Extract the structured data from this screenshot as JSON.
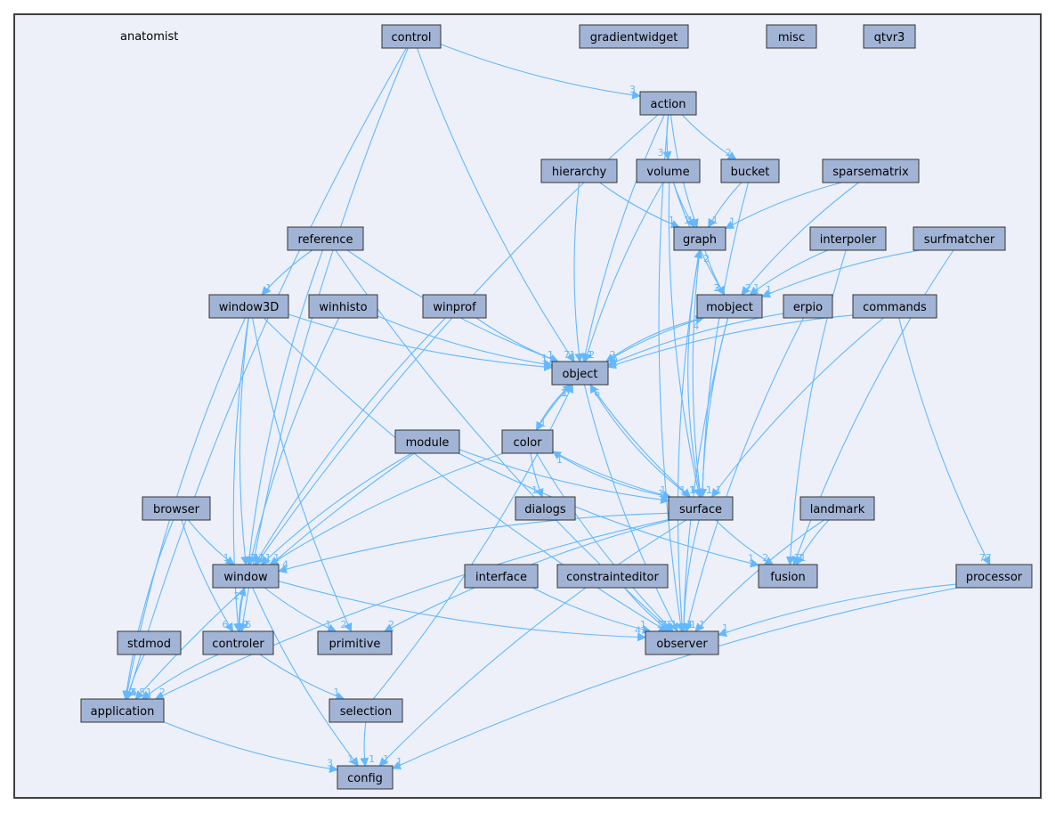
{
  "diagram": {
    "cluster_label": "anatomist",
    "colors": {
      "node_fill": "#a2b4d6",
      "edge": "#63b8ff",
      "cluster_fill": "#edf0f8",
      "cluster_border": "#404040"
    },
    "nodes": [
      {
        "id": "control",
        "label": "control"
      },
      {
        "id": "gradientwidget",
        "label": "gradientwidget"
      },
      {
        "id": "misc",
        "label": "misc"
      },
      {
        "id": "qtvr3",
        "label": "qtvr3"
      },
      {
        "id": "action",
        "label": "action"
      },
      {
        "id": "hierarchy",
        "label": "hierarchy"
      },
      {
        "id": "volume",
        "label": "volume"
      },
      {
        "id": "bucket",
        "label": "bucket"
      },
      {
        "id": "sparsematrix",
        "label": "sparsematrix"
      },
      {
        "id": "graph",
        "label": "graph"
      },
      {
        "id": "reference",
        "label": "reference"
      },
      {
        "id": "interpoler",
        "label": "interpoler"
      },
      {
        "id": "surfmatcher",
        "label": "surfmatcher"
      },
      {
        "id": "window3D",
        "label": "window3D"
      },
      {
        "id": "winhisto",
        "label": "winhisto"
      },
      {
        "id": "winprof",
        "label": "winprof"
      },
      {
        "id": "mobject",
        "label": "mobject"
      },
      {
        "id": "erpio",
        "label": "erpio"
      },
      {
        "id": "commands",
        "label": "commands"
      },
      {
        "id": "object",
        "label": "object"
      },
      {
        "id": "module",
        "label": "module"
      },
      {
        "id": "color",
        "label": "color"
      },
      {
        "id": "browser",
        "label": "browser"
      },
      {
        "id": "dialogs",
        "label": "dialogs"
      },
      {
        "id": "surface",
        "label": "surface"
      },
      {
        "id": "landmark",
        "label": "landmark"
      },
      {
        "id": "window",
        "label": "window"
      },
      {
        "id": "interface",
        "label": "interface"
      },
      {
        "id": "constrainteditor",
        "label": "constrainteditor"
      },
      {
        "id": "fusion",
        "label": "fusion"
      },
      {
        "id": "processor",
        "label": "processor"
      },
      {
        "id": "stdmod",
        "label": "stdmod"
      },
      {
        "id": "controler",
        "label": "controler"
      },
      {
        "id": "primitive",
        "label": "primitive"
      },
      {
        "id": "observer",
        "label": "observer"
      },
      {
        "id": "application",
        "label": "application"
      },
      {
        "id": "selection",
        "label": "selection"
      },
      {
        "id": "config",
        "label": "config"
      }
    ],
    "edges": [
      {
        "from": "control",
        "to": "action",
        "label": "3"
      },
      {
        "from": "control",
        "to": "object",
        "label": "7"
      },
      {
        "from": "control",
        "to": "application",
        "label": "5"
      },
      {
        "from": "control",
        "to": "controler",
        "label": "6"
      },
      {
        "from": "action",
        "to": "volume",
        "label": "3"
      },
      {
        "from": "action",
        "to": "bucket",
        "label": "2"
      },
      {
        "from": "action",
        "to": "graph",
        "label": "4"
      },
      {
        "from": "action",
        "to": "object",
        "label": "1"
      },
      {
        "from": "action",
        "to": "window",
        "label": "1"
      },
      {
        "from": "action",
        "to": "observer",
        "label": "1"
      },
      {
        "from": "hierarchy",
        "to": "object",
        "label": "1"
      },
      {
        "from": "hierarchy",
        "to": "graph",
        "label": "1"
      },
      {
        "from": "volume",
        "to": "graph",
        "label": "1"
      },
      {
        "from": "volume",
        "to": "mobject",
        "label": "2"
      },
      {
        "from": "volume",
        "to": "object",
        "label": "2"
      },
      {
        "from": "volume",
        "to": "surface",
        "label": "1"
      },
      {
        "from": "bucket",
        "to": "graph",
        "label": "1"
      },
      {
        "from": "bucket",
        "to": "surface",
        "label": "1"
      },
      {
        "from": "sparsematrix",
        "to": "graph",
        "label": "1"
      },
      {
        "from": "sparsematrix",
        "to": "mobject",
        "label": "2"
      },
      {
        "from": "graph",
        "to": "mobject",
        "label": "3"
      },
      {
        "from": "graph",
        "to": "surface",
        "label": "1"
      },
      {
        "from": "graph",
        "to": "observer",
        "label": "1"
      },
      {
        "from": "reference",
        "to": "window3D",
        "label": "1"
      },
      {
        "from": "reference",
        "to": "object",
        "label": "1"
      },
      {
        "from": "reference",
        "to": "window",
        "label": "1"
      },
      {
        "from": "reference",
        "to": "observer",
        "label": "1"
      },
      {
        "from": "interpoler",
        "to": "mobject",
        "label": "1"
      },
      {
        "from": "interpoler",
        "to": "fusion",
        "label": "1"
      },
      {
        "from": "surfmatcher",
        "to": "mobject",
        "label": "1"
      },
      {
        "from": "surfmatcher",
        "to": "fusion",
        "label": "1"
      },
      {
        "from": "window3D",
        "to": "object",
        "label": "1"
      },
      {
        "from": "window3D",
        "to": "window",
        "label": "2"
      },
      {
        "from": "window3D",
        "to": "controler",
        "label": "9"
      },
      {
        "from": "window3D",
        "to": "application",
        "label": "3"
      },
      {
        "from": "window3D",
        "to": "primitive",
        "label": "2"
      },
      {
        "from": "window3D",
        "to": "observer",
        "label": "1"
      },
      {
        "from": "winhisto",
        "to": "object",
        "label": "1"
      },
      {
        "from": "winhisto",
        "to": "window",
        "label": "1"
      },
      {
        "from": "winprof",
        "to": "object",
        "label": "1"
      },
      {
        "from": "winprof",
        "to": "window",
        "label": "1"
      },
      {
        "from": "mobject",
        "to": "object",
        "label": "2"
      },
      {
        "from": "mobject",
        "to": "surface",
        "label": "1"
      },
      {
        "from": "mobject",
        "to": "observer",
        "label": "1"
      },
      {
        "from": "object",
        "to": "mobject",
        "label": "4"
      },
      {
        "from": "erpio",
        "to": "object",
        "label": "1"
      },
      {
        "from": "erpio",
        "to": "observer",
        "label": "1"
      },
      {
        "from": "commands",
        "to": "object",
        "label": "9"
      },
      {
        "from": "commands",
        "to": "surface",
        "label": "1"
      },
      {
        "from": "commands",
        "to": "processor",
        "label": "77"
      },
      {
        "from": "object",
        "to": "color",
        "label": "1"
      },
      {
        "from": "object",
        "to": "surface",
        "label": "1"
      },
      {
        "from": "object",
        "to": "observer",
        "label": "5"
      },
      {
        "from": "color",
        "to": "object",
        "label": "1"
      },
      {
        "from": "color",
        "to": "dialogs",
        "label": "1"
      },
      {
        "from": "color",
        "to": "surface",
        "label": "1"
      },
      {
        "from": "color",
        "to": "window",
        "label": "1"
      },
      {
        "from": "color",
        "to": "observer",
        "label": "1"
      },
      {
        "from": "module",
        "to": "surface",
        "label": "1"
      },
      {
        "from": "module",
        "to": "window",
        "label": "1"
      },
      {
        "from": "module",
        "to": "fusion",
        "label": "1"
      },
      {
        "from": "module",
        "to": "application",
        "label": "5"
      },
      {
        "from": "browser",
        "to": "window",
        "label": "1"
      },
      {
        "from": "browser",
        "to": "controler",
        "label": "6"
      },
      {
        "from": "browser",
        "to": "application",
        "label": "1"
      },
      {
        "from": "surface",
        "to": "object",
        "label": "6"
      },
      {
        "from": "surface",
        "to": "color",
        "label": "1"
      },
      {
        "from": "surface",
        "to": "graph",
        "label": "2"
      },
      {
        "from": "surface",
        "to": "fusion",
        "label": "2"
      },
      {
        "from": "surface",
        "to": "window",
        "label": "4"
      },
      {
        "from": "surface",
        "to": "primitive",
        "label": "2"
      },
      {
        "from": "surface",
        "to": "observer",
        "label": "1"
      },
      {
        "from": "surface",
        "to": "application",
        "label": "2"
      },
      {
        "from": "surface",
        "to": "config",
        "label": "1"
      },
      {
        "from": "landmark",
        "to": "fusion",
        "label": "1"
      },
      {
        "from": "landmark",
        "to": "observer",
        "label": "1"
      },
      {
        "from": "window",
        "to": "controler",
        "label": "2"
      },
      {
        "from": "window",
        "to": "primitive",
        "label": "1"
      },
      {
        "from": "window",
        "to": "observer",
        "label": "4"
      },
      {
        "from": "window",
        "to": "config",
        "label": "1"
      },
      {
        "from": "controler",
        "to": "window",
        "label": "2"
      },
      {
        "from": "controler",
        "to": "application",
        "label": "1"
      },
      {
        "from": "controler",
        "to": "selection",
        "label": "1"
      },
      {
        "from": "interface",
        "to": "observer",
        "label": "1"
      },
      {
        "from": "constrainteditor",
        "to": "observer",
        "label": "1"
      },
      {
        "from": "processor",
        "to": "observer",
        "label": "1"
      },
      {
        "from": "processor",
        "to": "config",
        "label": "1"
      },
      {
        "from": "stdmod",
        "to": "application",
        "label": "1"
      },
      {
        "from": "application",
        "to": "config",
        "label": "3"
      },
      {
        "from": "selection",
        "to": "config",
        "label": "1"
      },
      {
        "from": "selection",
        "to": "object",
        "label": "1"
      }
    ]
  }
}
